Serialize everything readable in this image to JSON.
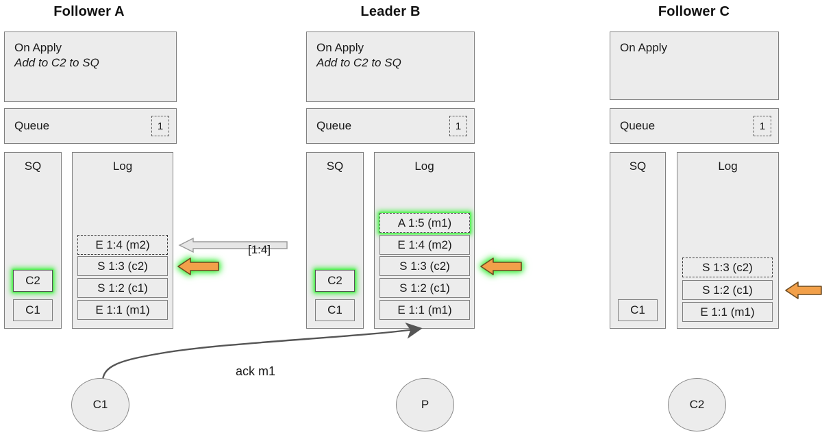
{
  "diagram": {
    "title_hidden": "Raft replication state diagram",
    "colors": {
      "panel_fill": "#ececec",
      "panel_border": "#808080",
      "highlight_green": "#4cf04c",
      "arrow_orange": "#f2a04a",
      "arrow_orange_border": "#6b4a20",
      "arrow_gray_fill": "#e6e6e6",
      "arrow_gray_border": "#9a9a9a",
      "curve_gray": "#555555"
    }
  },
  "nodes": [
    {
      "id": "follower-a",
      "title": "Follower A",
      "on_apply": {
        "label": "On Apply",
        "action": "Add to C2 to SQ"
      },
      "queue": {
        "label": "Queue",
        "count": "1"
      },
      "sq": {
        "label": "SQ",
        "entries": [
          {
            "text": "C2",
            "style": "glow"
          },
          {
            "text": "C1",
            "style": "solid"
          }
        ]
      },
      "log": {
        "label": "Log",
        "entries": [
          {
            "text": "E 1:4 (m2)",
            "style": "dashed"
          },
          {
            "text": "S 1:3 (c2)",
            "style": "solid"
          },
          {
            "text": "S 1:2 (c1)",
            "style": "solid"
          },
          {
            "text": "E 1:1 (m1)",
            "style": "solid"
          }
        ]
      }
    },
    {
      "id": "leader-b",
      "title": "Leader B",
      "on_apply": {
        "label": "On Apply",
        "action": "Add to C2 to SQ"
      },
      "queue": {
        "label": "Queue",
        "count": "1"
      },
      "sq": {
        "label": "SQ",
        "entries": [
          {
            "text": "C2",
            "style": "glow"
          },
          {
            "text": "C1",
            "style": "solid"
          }
        ]
      },
      "log": {
        "label": "Log",
        "entries": [
          {
            "text": "A 1:5 (m1)",
            "style": "dashed-glow"
          },
          {
            "text": "E 1:4 (m2)",
            "style": "solid"
          },
          {
            "text": "S 1:3 (c2)",
            "style": "solid"
          },
          {
            "text": "S 1:2 (c1)",
            "style": "solid"
          },
          {
            "text": "E 1:1 (m1)",
            "style": "solid"
          }
        ]
      }
    },
    {
      "id": "follower-c",
      "title": "Follower C",
      "on_apply": {
        "label": "On Apply",
        "action": ""
      },
      "queue": {
        "label": "Queue",
        "count": "1"
      },
      "sq": {
        "label": "SQ",
        "entries": [
          {
            "text": "C1",
            "style": "solid"
          }
        ]
      },
      "log": {
        "label": "Log",
        "entries": [
          {
            "text": "S 1:3 (c2)",
            "style": "dashed"
          },
          {
            "text": "S 1:2 (c1)",
            "style": "solid"
          },
          {
            "text": "E 1:1 (m1)",
            "style": "solid"
          }
        ]
      }
    }
  ],
  "arrows": {
    "replication_label": "[1:4]",
    "ack_label": "ack m1",
    "commit_pointer_a": "orange-left-arrow-glow",
    "commit_pointer_b": "orange-left-arrow-glow",
    "commit_pointer_c": "orange-left-arrow"
  },
  "clients": [
    {
      "id": "c1",
      "label": "C1"
    },
    {
      "id": "p",
      "label": "P"
    },
    {
      "id": "c2",
      "label": "C2"
    }
  ]
}
